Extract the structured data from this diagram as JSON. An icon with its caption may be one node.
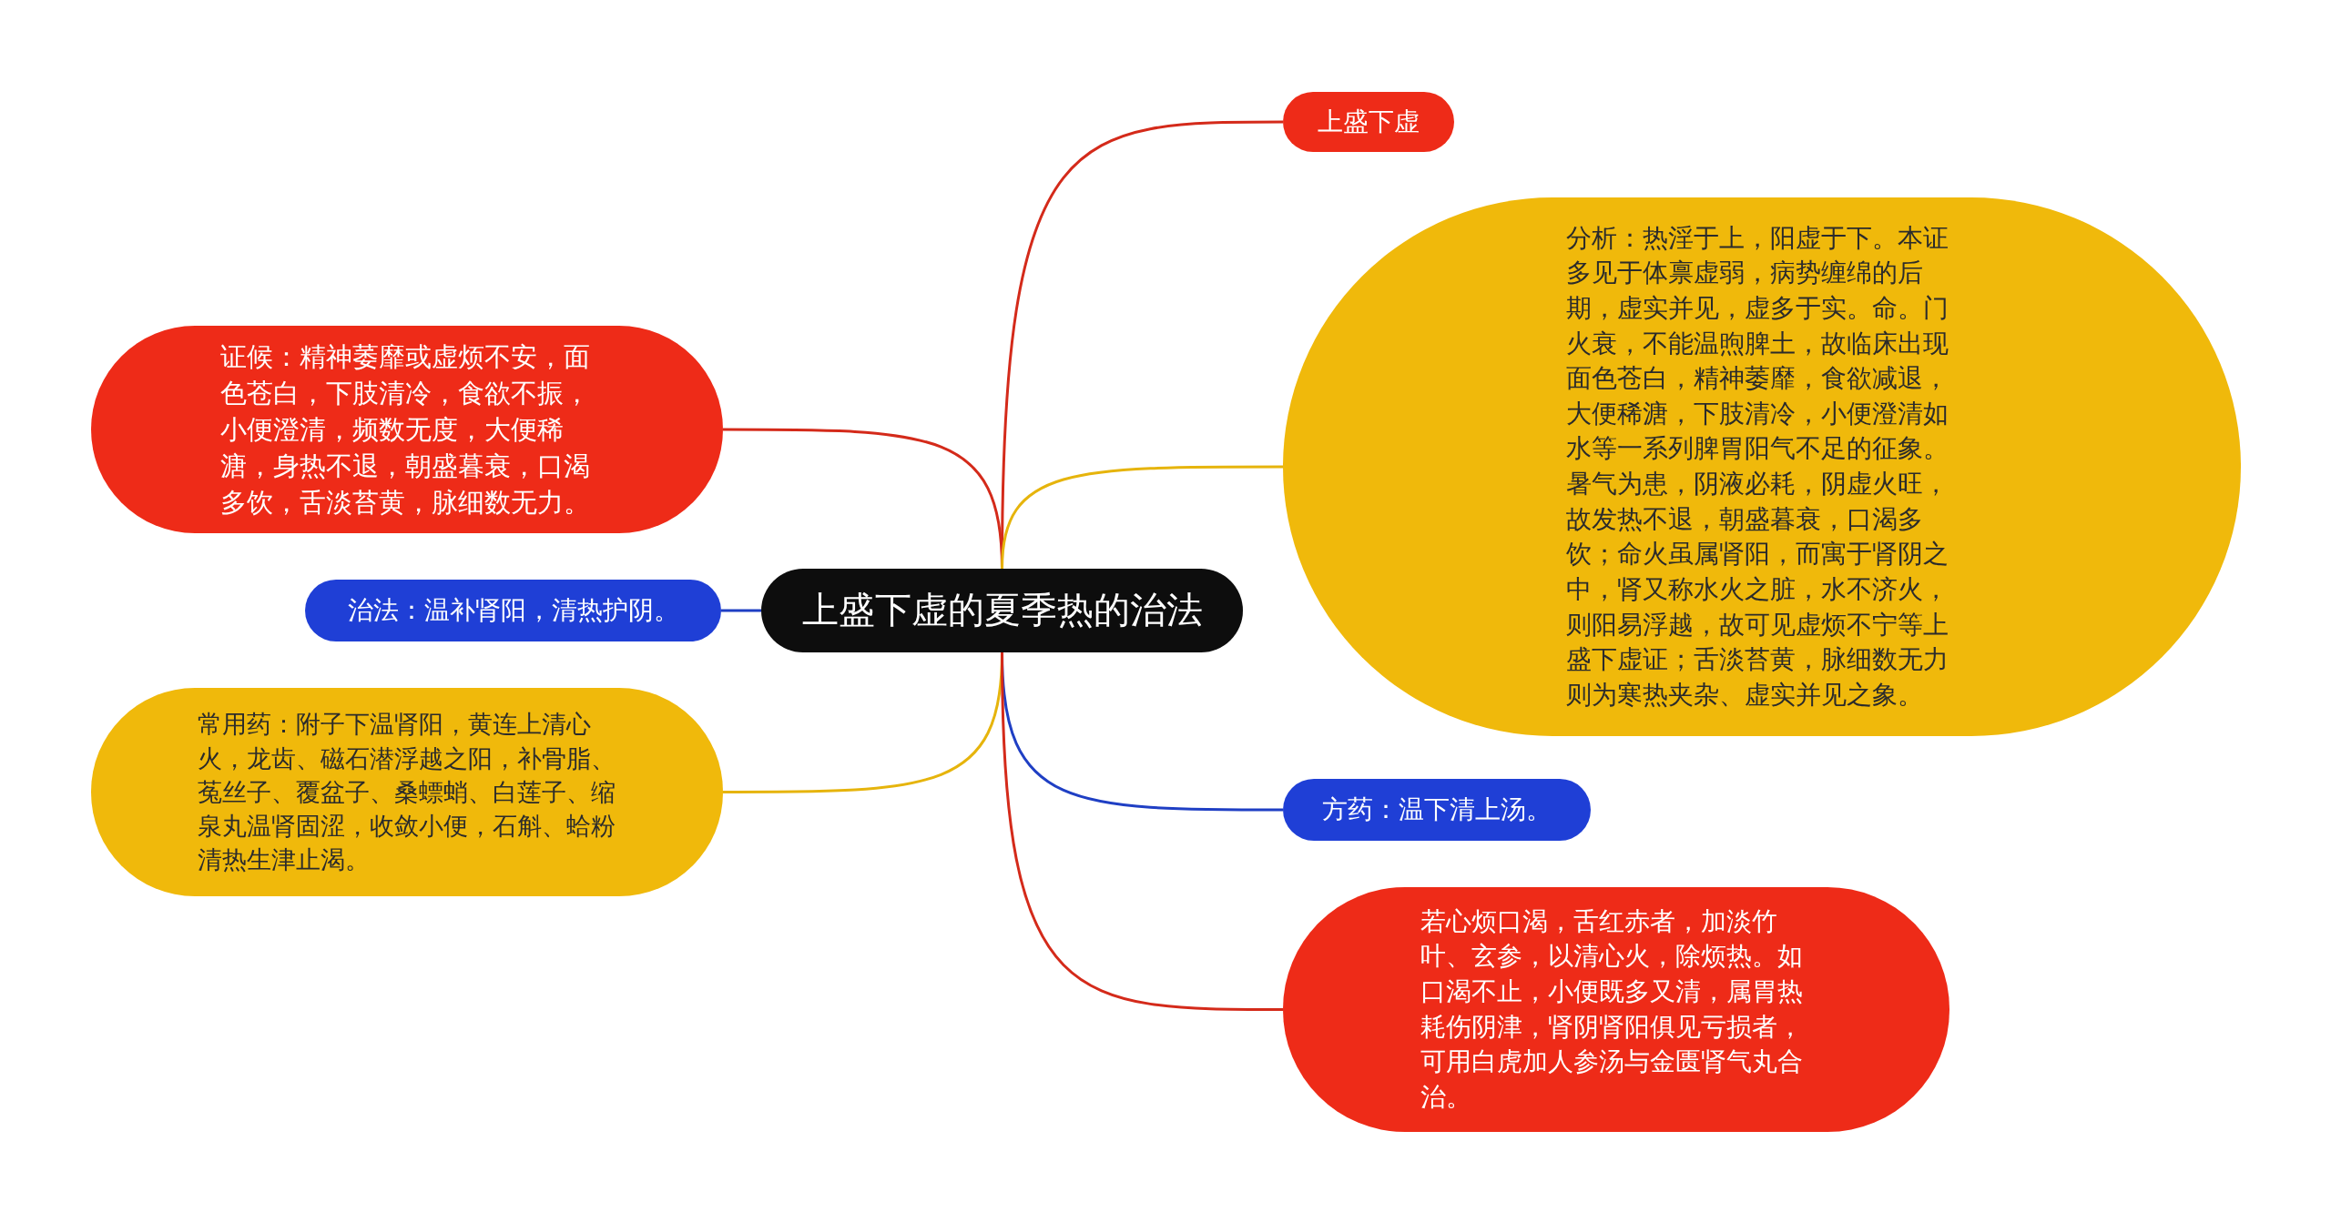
{
  "diagram": {
    "nodes": [
      {
        "text": [
          "上盛下虚的夏季热的治法"
        ]
      },
      {
        "text": [
          "上盛下虚"
        ]
      },
      {
        "text": [
          "证候：精神萎靡或虚烦不安，面色苍白，下肢清冷，食欲不振，小便澄清，频数无度，大便稀溏，身热不退，朝盛暮衰，口渴多饮，舌淡苔黄，脉细数无力。"
        ]
      },
      {
        "text": [
          "分析：热淫于上，阳虚于下。本证多见于体禀虚弱，病势缠绵的后期，虚实并见，虚多于实。命。门火衰，不能温煦脾土，故临床出现面色苍白，精神萎靡，食欲减退，大便稀溏，下肢清冷，小便澄清如水等一系列脾胃阳气不足的征象。暑气为患，阴液必耗，阴虚火旺，故发热不退，朝盛暮衰，口渴多饮；命火虽属肾阳，而寓于肾阴之中，肾又称水火之脏，水不济火，则阳易浮越，故可见虚烦不宁等上盛下虚证；舌淡苔黄，脉细数无力则为寒热夹杂、虚实并见之象。"
        ]
      },
      {
        "text": [
          "治法：温补肾阳，清热护阴。"
        ]
      },
      {
        "text": [
          "方药：温下清上汤。"
        ]
      },
      {
        "text": [
          "常用药：附子下温肾阳，黄连上清心火，龙齿、磁石潜浮越之阳，补骨脂、菟丝子、覆盆子、桑螵蛸、白莲子、缩泉丸温肾固涩，收敛小便，石斛、蛤粉清热生津止渴。"
        ]
      },
      {
        "text": [
          "若心烦口渴，舌红赤者，加淡竹叶、玄参，以清心火，除烦热。如口渴不止，小便既多又清，属胃热耗伤阴津，肾阴肾阳俱见亏损者，可用白虎加人参汤与金匮肾气丸合治。"
        ]
      }
    ],
    "edges": [
      {
        "from": 0,
        "to": 1,
        "arrow": "none"
      },
      {
        "from": 0,
        "to": 2,
        "arrow": "none"
      },
      {
        "from": 0,
        "to": 3,
        "arrow": "none",
        "color": "#e6b40c"
      },
      {
        "from": 0,
        "to": 4,
        "arrow": "none",
        "color": "#1f3fc4"
      },
      {
        "from": 0,
        "to": 5,
        "arrow": "none",
        "color": "#1f3fc4"
      },
      {
        "from": 0,
        "to": 6,
        "arrow": "none",
        "color": "#e6b40c"
      },
      {
        "from": 0,
        "to": 7,
        "arrow": "none"
      }
    ]
  }
}
